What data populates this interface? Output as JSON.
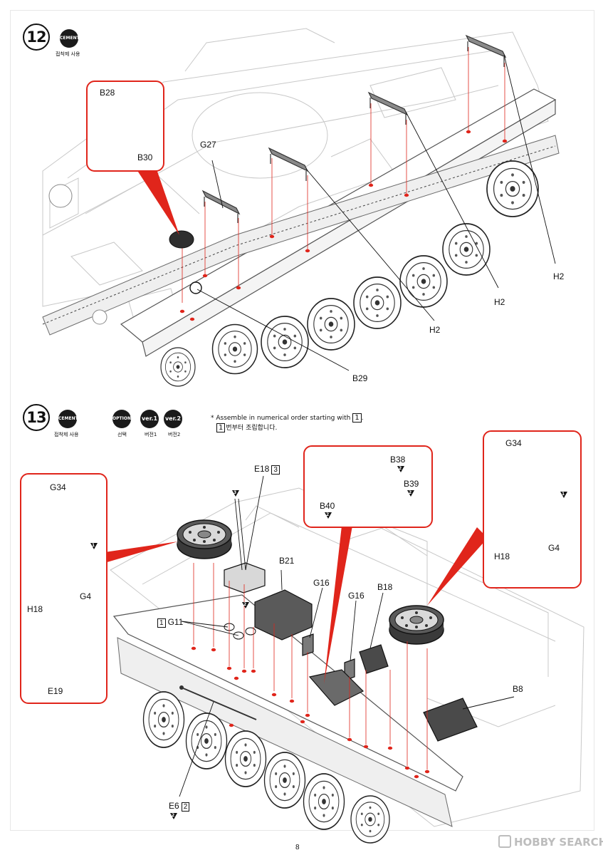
{
  "step12": {
    "number": "12",
    "cement_badge": "CEMENT",
    "cement_caption": "접착제 사용",
    "callout_parts": {
      "top": "B28",
      "bottom": "B30"
    },
    "part_labels": {
      "g27": "G27",
      "b29": "B29",
      "h2_a": "H2",
      "h2_b": "H2",
      "h2_c": "H2"
    }
  },
  "step13": {
    "number": "13",
    "badges": [
      {
        "text": "CEMENT",
        "caption": "접착제 사용"
      },
      {
        "text": "OPTION",
        "caption": "선택"
      },
      {
        "text": "ver.1",
        "caption": "버전1"
      },
      {
        "text": "ver.2",
        "caption": "버전2"
      }
    ],
    "note_en": "* Assemble in numerical order starting with",
    "note_en_box": "1",
    "note_ko_box": "1",
    "note_ko": "번부터 조립합니다.",
    "left_callout": {
      "g34": "G34",
      "h18": "H18",
      "g4": "G4",
      "e19": "E19",
      "marker": "1"
    },
    "right_callout": {
      "g34": "G34",
      "h18": "H18",
      "g4": "G4",
      "marker": "1"
    },
    "top_callout": {
      "b38": "B38",
      "b38_marker": "2",
      "b39": "B39",
      "b39_marker": "2",
      "b40": "B40",
      "b40_marker": "2"
    },
    "part_labels": {
      "e18": "E18",
      "e18_box": "3",
      "e18_marker": "3",
      "b21": "B21",
      "g16_a": "G16",
      "g16_b": "G16",
      "b18": "B18",
      "g11": "G11",
      "g11_box": "1",
      "g11_marker": "2",
      "b8": "B8",
      "e6": "E6",
      "e6_box": "2",
      "e6_marker": "2"
    }
  },
  "footer": {
    "page_number": "8",
    "watermark": "HOBBY SEARCH"
  }
}
